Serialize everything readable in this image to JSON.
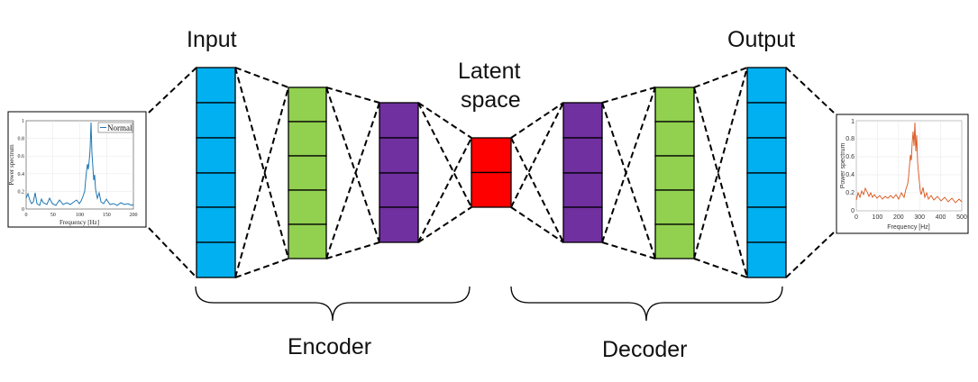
{
  "labels": {
    "input": "Input",
    "output": "Output",
    "latent_line1": "Latent",
    "latent_line2": "space",
    "encoder": "Encoder",
    "decoder": "Decoder"
  },
  "colors": {
    "input_output": "#00b0f0",
    "layer_green": "#92d050",
    "layer_purple": "#7030a0",
    "latent": "#ff0000",
    "signal_in": "#1f77b4",
    "signal_out": "#d95319"
  },
  "input_plot": {
    "legend": "Normal",
    "xlabel": "Frequency [Hz]",
    "ylabel": "Power spectrum",
    "xticks": [
      "0",
      "50",
      "100",
      "150",
      "200"
    ],
    "yticks": [
      "0",
      "0.2",
      "0.4",
      "0.6",
      "0.8",
      "1"
    ]
  },
  "output_plot": {
    "xlabel": "Frequency [Hz]",
    "ylabel": "Power spectrum",
    "xticks": [
      "0",
      "100",
      "200",
      "300",
      "400",
      "500"
    ],
    "yticks": [
      "0",
      "0.2",
      "0.4",
      "0.6",
      "0.8",
      "1"
    ]
  }
}
